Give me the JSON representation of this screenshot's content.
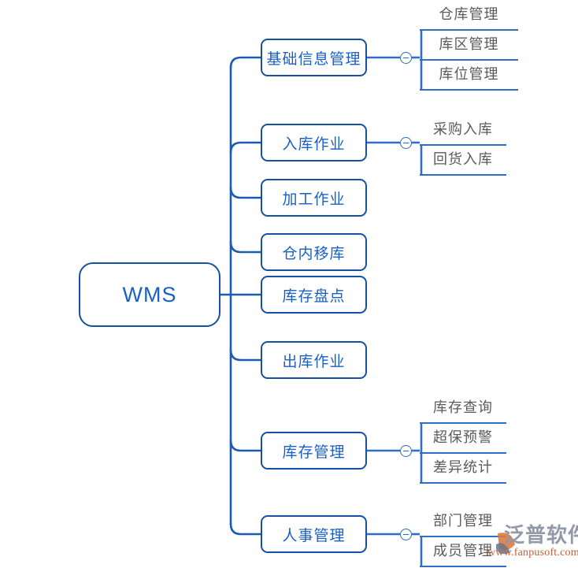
{
  "diagram": {
    "type": "mind-map",
    "title": "WMS",
    "colors": {
      "node_border": "#17509e",
      "node_text": "#1a5fc4",
      "connector": "#1b5bb0",
      "subitem_text": "#5a5a5a",
      "subitem_rule": "#2f6ec4",
      "background": "#ffffff"
    },
    "root": {
      "label": "WMS"
    },
    "branches": [
      {
        "label": "基础信息管理",
        "has_toggle": true,
        "toggle_state": "expanded",
        "toggle_glyph": "minus",
        "children": [
          "仓库管理",
          "库区管理",
          "库位管理"
        ]
      },
      {
        "label": "入库作业",
        "has_toggle": true,
        "toggle_state": "expanded",
        "toggle_glyph": "minus",
        "children": [
          "采购入库",
          "回货入库"
        ]
      },
      {
        "label": "加工作业",
        "has_toggle": false,
        "children": []
      },
      {
        "label": "仓内移库",
        "has_toggle": false,
        "children": []
      },
      {
        "label": "库存盘点",
        "has_toggle": false,
        "children": []
      },
      {
        "label": "出库作业",
        "has_toggle": false,
        "children": []
      },
      {
        "label": "库存管理",
        "has_toggle": true,
        "toggle_state": "expanded",
        "toggle_glyph": "minus",
        "children": [
          "库存查询",
          "超保预警",
          "差异统计"
        ]
      },
      {
        "label": "人事管理",
        "has_toggle": true,
        "toggle_state": "expanded",
        "toggle_glyph": "minus",
        "children": [
          "部门管理",
          "成员管理"
        ]
      }
    ]
  },
  "watermark": {
    "brand": "泛普软件",
    "url": "www.fanpusoft.com"
  }
}
